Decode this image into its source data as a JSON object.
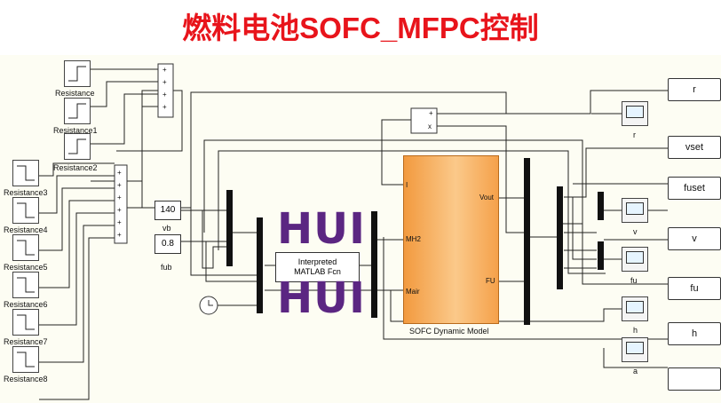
{
  "title": "燃料电池SOFC_MFPC控制",
  "steps": [
    "Resistance",
    "Resistance1",
    "Resistance2",
    "Resistance3",
    "Resistance4",
    "Resistance5",
    "Resistance6",
    "Resistance7",
    "Resistance8"
  ],
  "constants": [
    {
      "value": "140",
      "label": "vb"
    },
    {
      "value": "0.8",
      "label": "fub"
    }
  ],
  "fcn": {
    "line1": "Interpreted",
    "line2": "MATLAB Fcn"
  },
  "sofc": {
    "name": "SOFC Dynamic Model",
    "in_ports": [
      "I",
      "MH2",
      "Mair"
    ],
    "out_ports": [
      "Vout",
      "FU"
    ]
  },
  "product": {
    "ops": [
      "+",
      "x"
    ]
  },
  "sum_ops": "+",
  "outports": [
    "r",
    "vset",
    "fuset",
    "v",
    "fu",
    "h",
    ""
  ],
  "scopes": [
    "r",
    "v",
    "fu",
    "h",
    "a"
  ],
  "watermark": [
    "HUI",
    "HUI"
  ]
}
